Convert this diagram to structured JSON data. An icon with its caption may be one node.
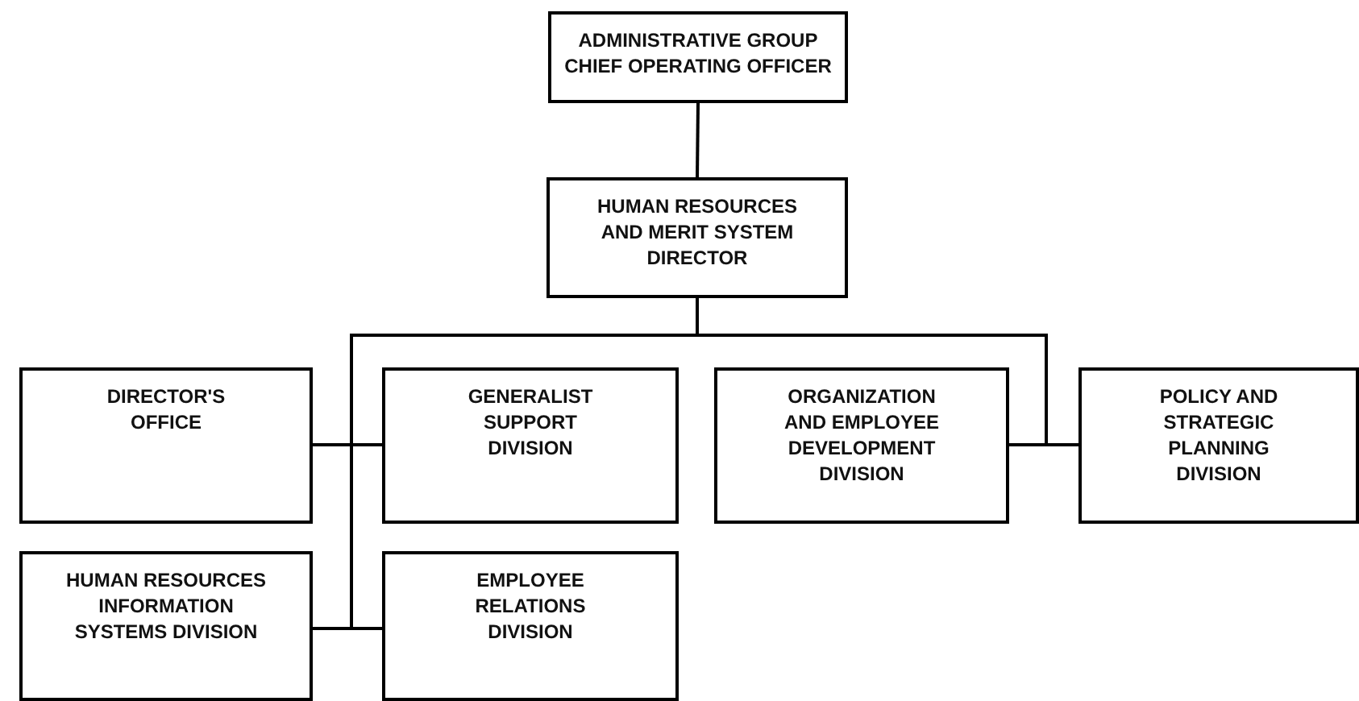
{
  "diagram": {
    "nodes": [
      {
        "text": [
          "ADMINISTRATIVE GROUP CHIEF OPERATING OFFICER"
        ]
      },
      {
        "text": [
          "HUMAN RESOURCES AND MERIT SYSTEM DIRECTOR"
        ]
      },
      {
        "text": [
          "DIRECTOR'S OFFICE"
        ]
      },
      {
        "text": [
          "GENERALIST SUPPORT DIVISION"
        ]
      },
      {
        "text": [
          "ORGANIZATION AND EMPLOYEE DEVELOPMENT DIVISION"
        ]
      },
      {
        "text": [
          "POLICY AND STRATEGIC PLANNING DIVISION"
        ]
      },
      {
        "text": [
          "HUMAN RESOURCES INFORMATION SYSTEMS DIVISION"
        ]
      },
      {
        "text": [
          "EMPLOYEE RELATIONS DIVISION"
        ]
      }
    ],
    "edges": [
      {
        "from": 0,
        "to": 1,
        "arrow": "none"
      },
      {
        "from": 1,
        "to": 2,
        "arrow": "none"
      },
      {
        "from": 1,
        "to": 3,
        "arrow": "none"
      },
      {
        "from": 1,
        "to": 4,
        "arrow": "none"
      },
      {
        "from": 1,
        "to": 5,
        "arrow": "none"
      },
      {
        "from": 1,
        "to": 6,
        "arrow": "none"
      },
      {
        "from": 1,
        "to": 7,
        "arrow": "none"
      }
    ]
  }
}
